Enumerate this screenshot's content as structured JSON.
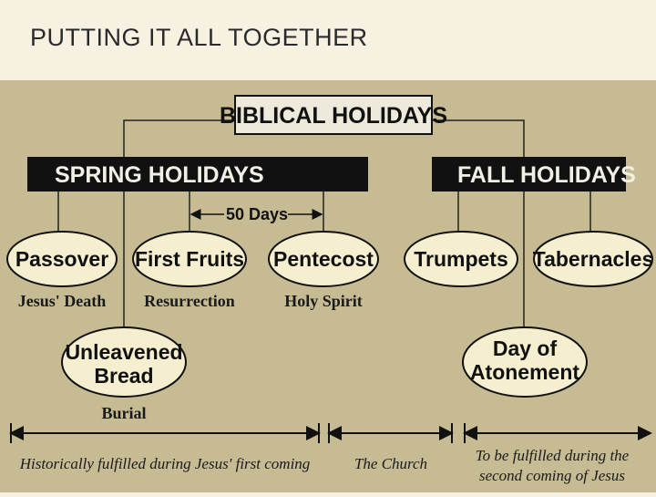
{
  "slide": {
    "title": "PUTTING IT ALL TOGETHER"
  },
  "diagram": {
    "top_label": "BIBLICAL HOLIDAYS",
    "spring_label": "SPRING HOLIDAYS",
    "fall_label": "FALL HOLIDAYS",
    "interval_label": "50 Days",
    "spring": [
      {
        "name": "Passover",
        "meaning": "Jesus' Death"
      },
      {
        "name": "First Fruits",
        "meaning": "Resurrection"
      },
      {
        "name": "Pentecost",
        "meaning": "Holy Spirit"
      },
      {
        "name_line1": "Unleavened",
        "name_line2": "Bread",
        "meaning": "Burial"
      }
    ],
    "fall": [
      {
        "name": "Trumpets"
      },
      {
        "name": "Tabernacles"
      },
      {
        "name_line1": "Day of",
        "name_line2": "Atonement"
      }
    ],
    "timeline": {
      "past": "Historically fulfilled during Jesus' first coming",
      "present": "The Church",
      "future_line1": "To be fulfilled during the",
      "future_line2": "second coming of Jesus"
    },
    "colors": {
      "background": "#c6bb92",
      "oval_fill": "#f5efcf",
      "header_fill": "#111111",
      "slide_bg": "#f7f1e1"
    }
  }
}
